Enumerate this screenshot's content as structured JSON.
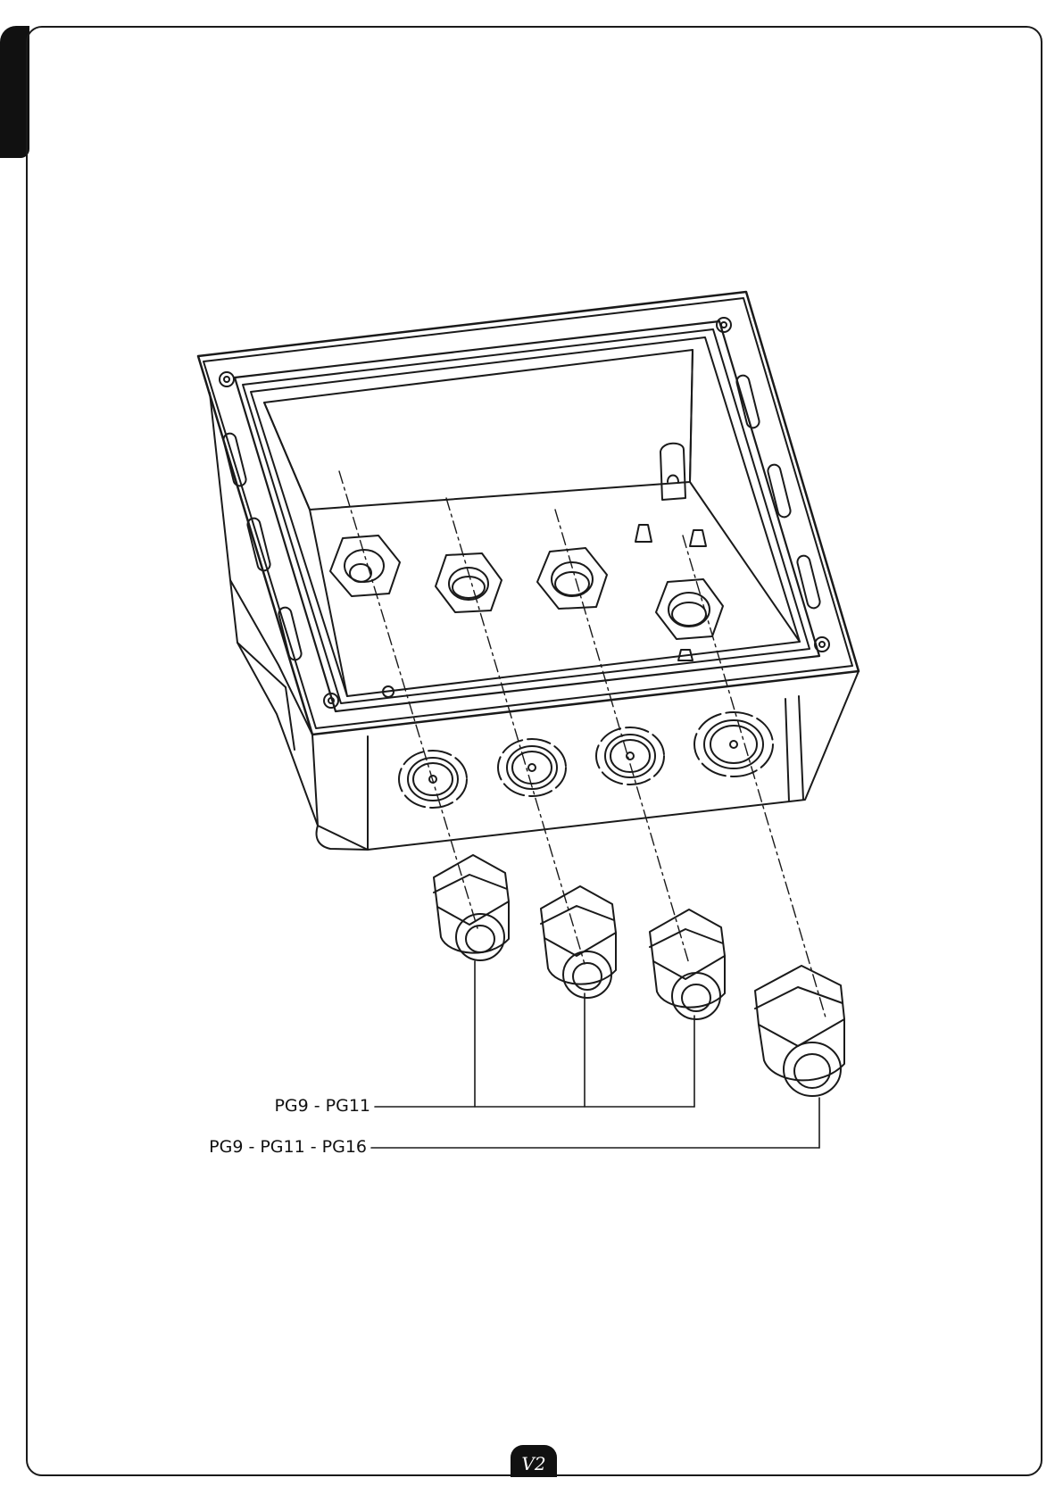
{
  "diagram": {
    "labels": {
      "small_glands": "PG9 - PG11",
      "large_gland": "PG9 - PG11 - PG16"
    },
    "counts": {
      "cable_glands": 4,
      "lock_nuts": 4,
      "knockout_holes": 4
    }
  },
  "footer": {
    "logo": "v2-logo-icon"
  },
  "colors": {
    "line": "#1a1a1a",
    "background": "#ffffff",
    "tab": "#111111"
  }
}
